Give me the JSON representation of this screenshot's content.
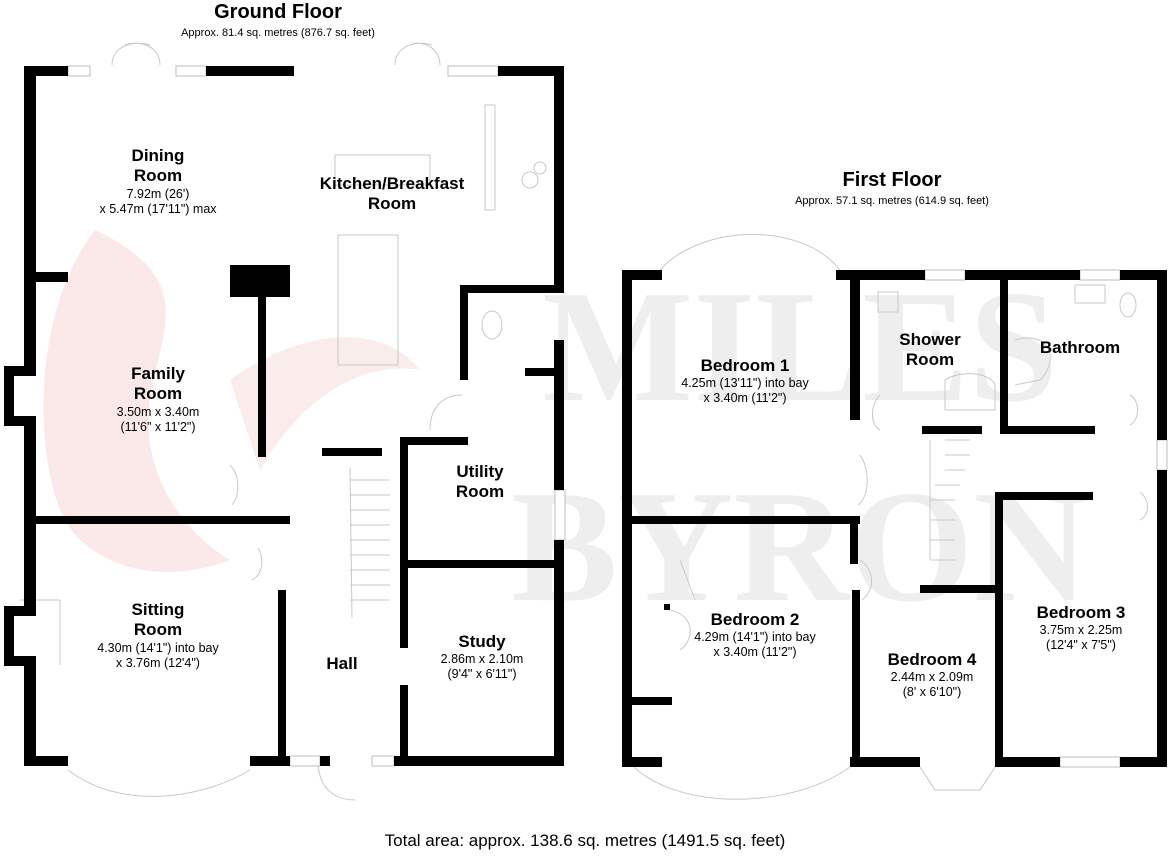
{
  "ground_floor": {
    "title": "Ground Floor",
    "area": "Approx. 81.4 sq. metres (876.7 sq. feet)",
    "rooms": {
      "dining": {
        "name_1": "Dining",
        "name_2": "Room",
        "dim_1": "7.92m (26')",
        "dim_2": "x 5.47m (17'11\") max"
      },
      "kitchen": {
        "name_1": "Kitchen/Breakfast",
        "name_2": "Room"
      },
      "family": {
        "name_1": "Family",
        "name_2": "Room",
        "dim_1": "3.50m x 3.40m",
        "dim_2": "(11'6\" x 11'2\")"
      },
      "utility": {
        "name_1": "Utility",
        "name_2": "Room"
      },
      "sitting": {
        "name_1": "Sitting",
        "name_2": "Room",
        "dim_1": "4.30m (14'1\") into bay",
        "dim_2": "x 3.76m (12'4\")"
      },
      "hall": {
        "name_1": "Hall"
      },
      "study": {
        "name_1": "Study",
        "dim_1": "2.86m x 2.10m",
        "dim_2": "(9'4\" x 6'11\")"
      }
    }
  },
  "first_floor": {
    "title": "First Floor",
    "area": "Approx. 57.1 sq. metres (614.9 sq. feet)",
    "rooms": {
      "bedroom1": {
        "name_1": "Bedroom 1",
        "dim_1": "4.25m (13'11\") into bay",
        "dim_2": "x 3.40m (11'2\")"
      },
      "shower": {
        "name_1": "Shower",
        "name_2": "Room"
      },
      "bathroom": {
        "name_1": "Bathroom"
      },
      "bedroom2": {
        "name_1": "Bedroom 2",
        "dim_1": "4.29m (14'1\") into bay",
        "dim_2": "x 3.40m (11'2\")"
      },
      "bedroom3": {
        "name_1": "Bedroom 3",
        "dim_1": "3.75m x 2.25m",
        "dim_2": "(12'4\" x 7'5\")"
      },
      "bedroom4": {
        "name_1": "Bedroom 4",
        "dim_1": "2.44m x 2.09m",
        "dim_2": "(8' x 6'10\")"
      }
    }
  },
  "watermark": {
    "line_1": "MILES",
    "line_2": "BYRON"
  },
  "total_area": "Total area: approx. 138.6 sq. metres (1491.5 sq. feet)",
  "colors": {
    "wall": "#000000",
    "thin_line": "#c8c8c8",
    "window": "#bdbdbd",
    "watermark_text": "#eeeeee",
    "watermark_logo": "#fbe9ea"
  }
}
